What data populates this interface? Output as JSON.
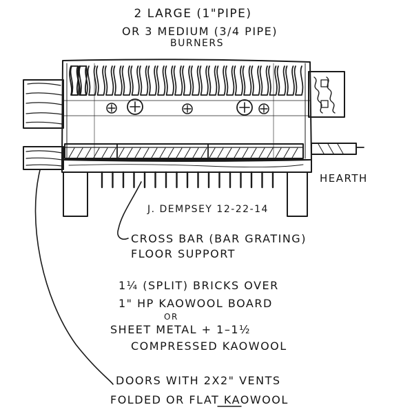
{
  "labels": {
    "burners_line1": "2 LARGE (1\"PIPE)",
    "burners_line2": "OR 3 MEDIUM (3/4 PIPE)",
    "burners_line3": "BURNERS",
    "hearth": "HEARTH",
    "signature": "J. DEMPSEY 12-22-14",
    "crossbar_line1": "CROSS BAR (BAR GRATING)",
    "crossbar_line2": "FLOOR SUPPORT",
    "bricks_line1": "1¼ (SPLIT) BRICKS OVER",
    "bricks_line2": "1\" HP KAOWOOL BOARD",
    "bricks_or": "OR",
    "bricks_line3": "SHEET METAL + 1–1½",
    "bricks_line4": "COMPRESSED KAOWOOL",
    "doors_line1": "DOORS WITH 2X2\" VENTS",
    "doors_line2": "FOLDED OR FLAT KAOWOOL"
  },
  "colors": {
    "ink": "#1a1a1a",
    "paper": "#ffffff"
  }
}
